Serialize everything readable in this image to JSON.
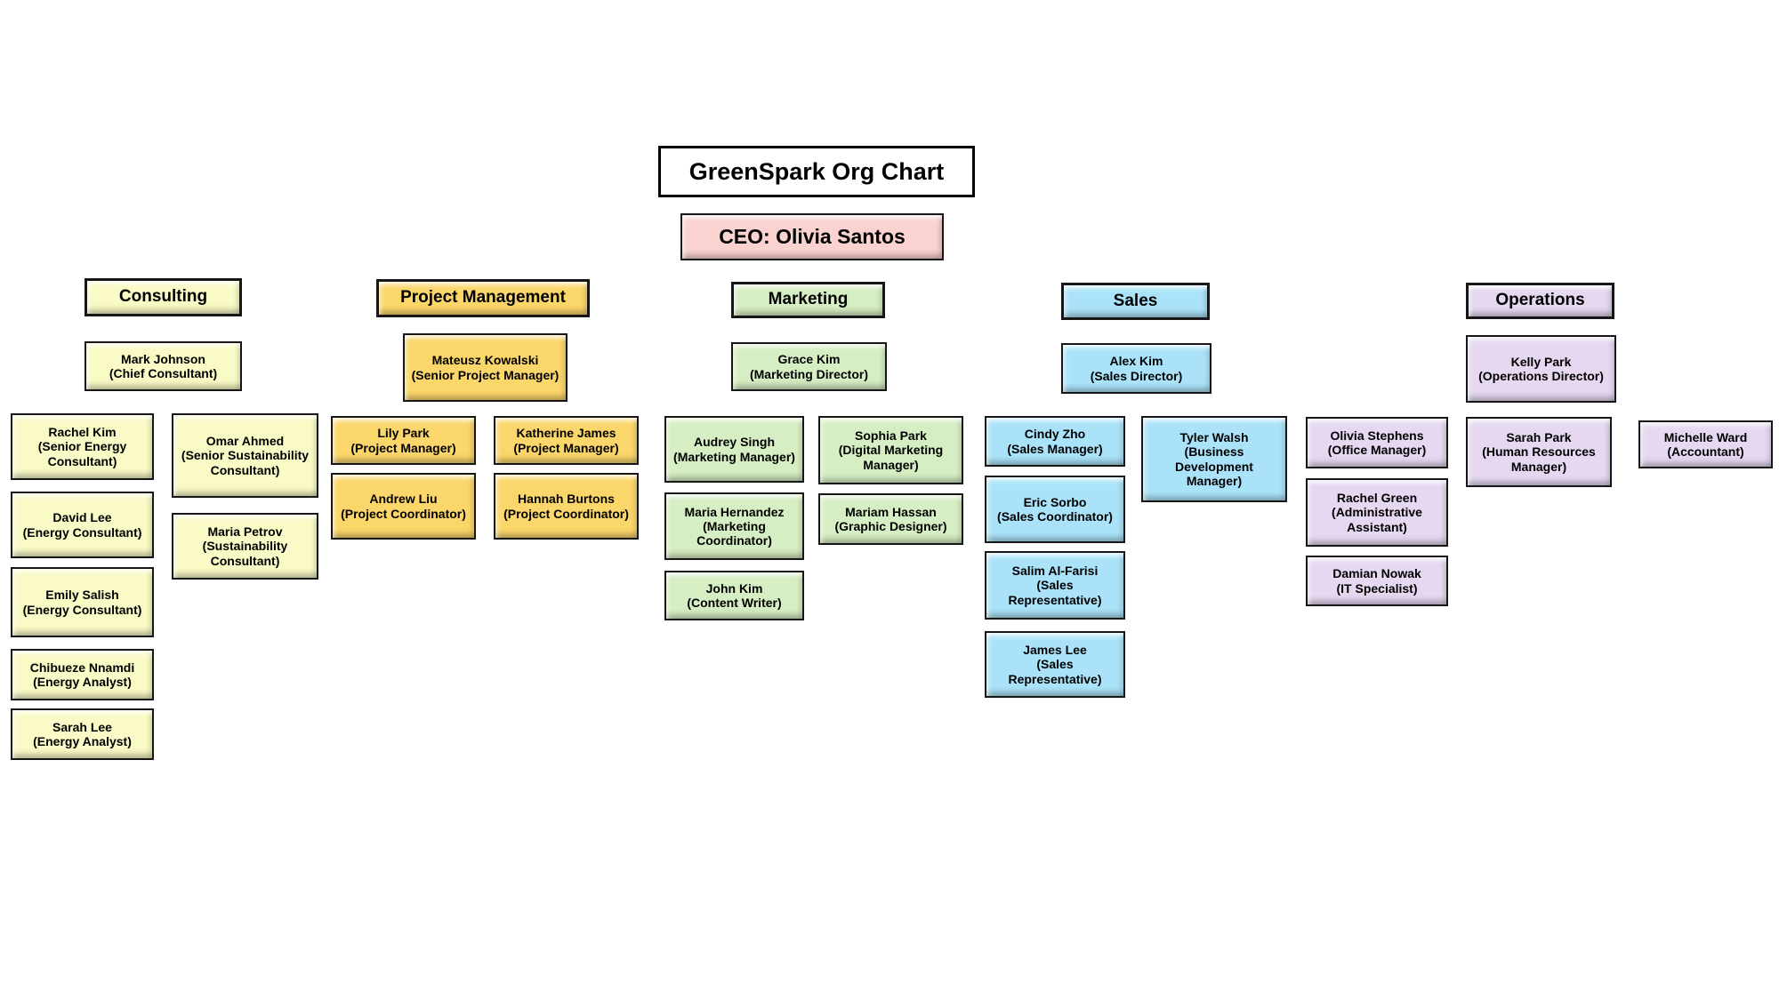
{
  "page_title": "GreenSpark Org Chart",
  "ceo": {
    "label": "CEO: Olivia Santos"
  },
  "colors": {
    "ceo": "#fad2d0",
    "consulting": "#fafac6",
    "project_management": "#fbd66a",
    "marketing": "#d6eec3",
    "sales": "#aae3f9",
    "operations": "#e5d8f0",
    "border": "#161616",
    "title_bg": "#ffffff"
  },
  "departments": [
    {
      "name": "Consulting",
      "key": "consulting",
      "head": {
        "name": "Mark Johnson",
        "role": "(Chief Consultant)"
      },
      "columns": [
        {
          "members": [
            {
              "name": "Rachel Kim",
              "role": "(Senior Energy Consultant)"
            },
            {
              "name": "David Lee",
              "role": "(Energy Consultant)"
            },
            {
              "name": "Emily Salish",
              "role": "(Energy Consultant)"
            },
            {
              "name": "Chibueze Nnamdi",
              "role": "(Energy Analyst)"
            },
            {
              "name": "Sarah Lee",
              "role": "(Energy Analyst)"
            }
          ]
        },
        {
          "members": [
            {
              "name": "Omar Ahmed",
              "role": "(Senior Sustainability Consultant)"
            },
            {
              "name": "Maria Petrov",
              "role": "(Sustainability Consultant)"
            }
          ]
        }
      ]
    },
    {
      "name": "Project Management",
      "key": "project_management",
      "head": {
        "name": "Mateusz Kowalski",
        "role": "(Senior Project Manager)"
      },
      "columns": [
        {
          "members": [
            {
              "name": "Lily Park",
              "role": "(Project Manager)"
            },
            {
              "name": "Andrew Liu",
              "role": "(Project Coordinator)"
            }
          ]
        },
        {
          "members": [
            {
              "name": "Katherine James",
              "role": "(Project Manager)"
            },
            {
              "name": "Hannah Burtons",
              "role": "(Project Coordinator)"
            }
          ]
        }
      ]
    },
    {
      "name": "Marketing",
      "key": "marketing",
      "head": {
        "name": "Grace Kim",
        "role": "(Marketing Director)"
      },
      "columns": [
        {
          "members": [
            {
              "name": "Audrey Singh",
              "role": "(Marketing Manager)"
            },
            {
              "name": "Maria Hernandez",
              "role": "(Marketing Coordinator)"
            },
            {
              "name": "John Kim",
              "role": "(Content Writer)"
            }
          ]
        },
        {
          "members": [
            {
              "name": "Sophia Park",
              "role": "(Digital Marketing Manager)"
            },
            {
              "name": "Mariam Hassan",
              "role": "(Graphic Designer)"
            }
          ]
        }
      ]
    },
    {
      "name": "Sales",
      "key": "sales",
      "head": {
        "name": "Alex Kim",
        "role": "(Sales Director)"
      },
      "columns": [
        {
          "members": [
            {
              "name": "Cindy Zho",
              "role": "(Sales Manager)"
            },
            {
              "name": "Eric Sorbo",
              "role": "(Sales Coordinator)"
            },
            {
              "name": "Salim Al-Farisi",
              "role": "(Sales Representative)"
            },
            {
              "name": "James Lee",
              "role": "(Sales Representative)"
            }
          ]
        },
        {
          "members": [
            {
              "name": "Tyler Walsh",
              "role": "(Business Development Manager)"
            }
          ]
        }
      ]
    },
    {
      "name": "Operations",
      "key": "operations",
      "head": {
        "name": "Kelly Park",
        "role": "(Operations Director)"
      },
      "columns": [
        {
          "members": [
            {
              "name": "Olivia Stephens",
              "role": "(Office Manager)"
            },
            {
              "name": "Rachel Green",
              "role": "(Administrative Assistant)"
            },
            {
              "name": "Damian Nowak",
              "role": "(IT Specialist)"
            }
          ]
        },
        {
          "members": [
            {
              "name": "Sarah Park",
              "role": "(Human Resources Manager)"
            }
          ]
        },
        {
          "members": [
            {
              "name": "Michelle Ward",
              "role": "(Accountant)"
            }
          ]
        }
      ]
    }
  ]
}
